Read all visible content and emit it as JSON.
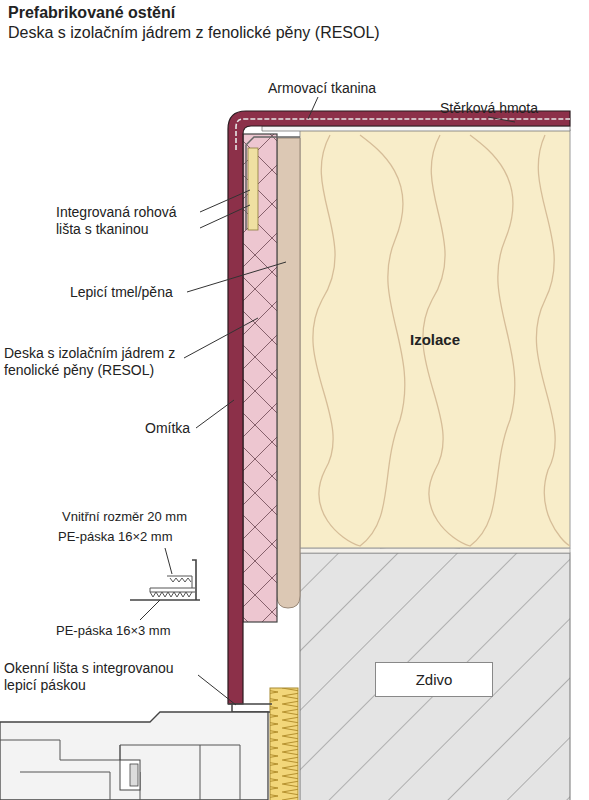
{
  "diagram": {
    "title": "Prefabrikované ostění",
    "nodes": [
      {
        "text": [
          "Izolace"
        ]
      },
      {
        "text": [
          "Zdivo"
        ]
      }
    ],
    "edges": [],
    "labels": [
      "Deska s izolačním jádrem z fenolické pěny (RESOL)",
      "Armovací tkanina",
      "Stěrková hmota",
      "Integrovaná rohová lišta s tkaninou",
      "Lepicí tmel/pěna",
      "Deska s izolačním jádrem z fenolické pěny (RESOL)",
      "Omítka",
      "Vnitřní rozměr 20 mm",
      "PE-páska 16×2 mm",
      "PE-páska 16×3 mm",
      "Okenní lišta s integrovanou lepicí páskou"
    ]
  }
}
